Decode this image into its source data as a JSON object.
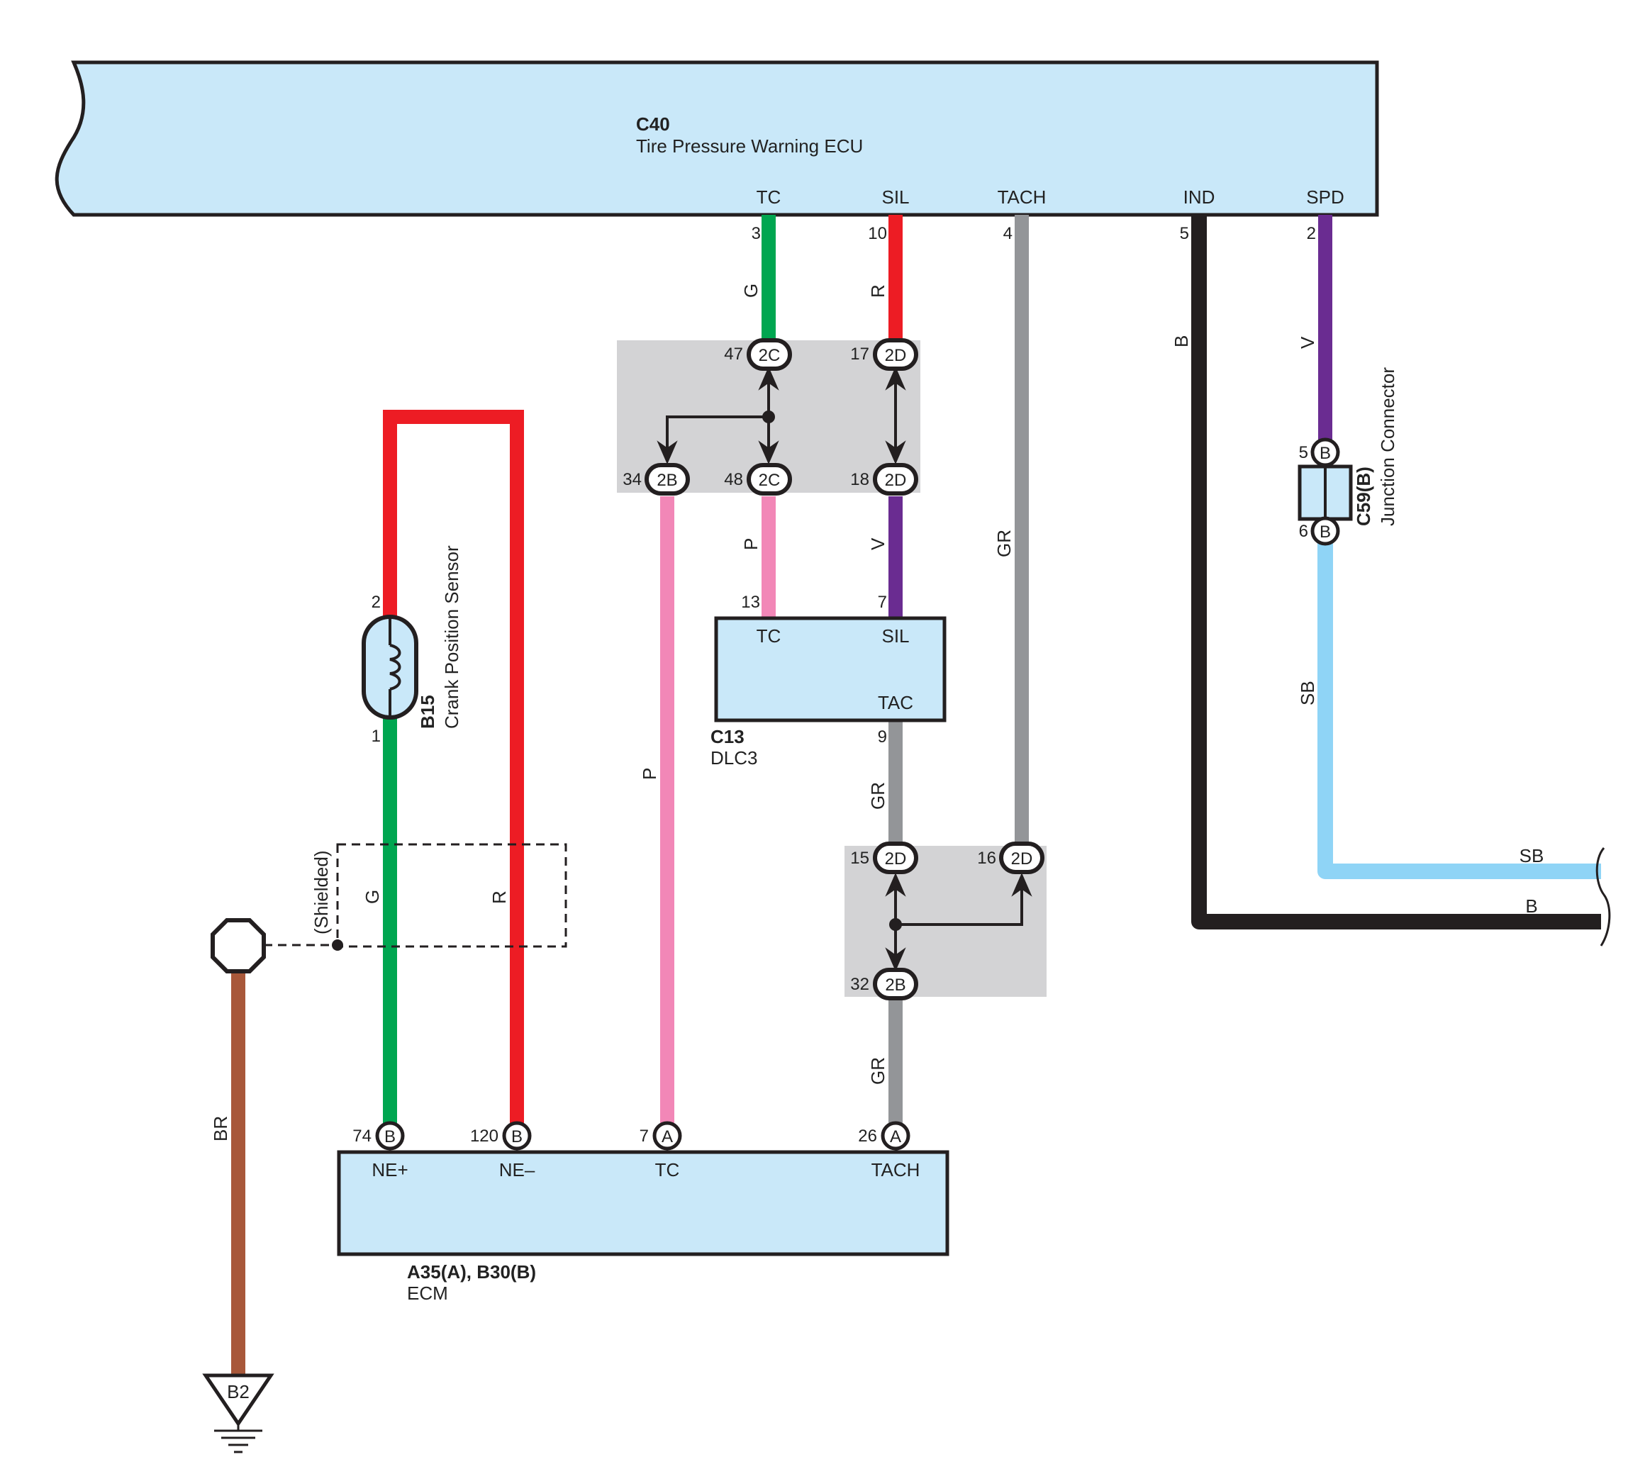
{
  "colors": {
    "box_fill": "#c9e8f9",
    "junction_fill": "#d3d3d5",
    "G": "#00a650",
    "R": "#ed1c24",
    "GR": "#939598",
    "B": "#231f20",
    "V": "#6a2c91",
    "P": "#f287b7",
    "SB": "#8fd4f6",
    "BR": "#a8583a"
  },
  "ecu": {
    "code": "C40",
    "name": "Tire Pressure Warning ECU",
    "terminals": [
      "TC",
      "SIL",
      "TACH",
      "IND",
      "SPD"
    ]
  },
  "dlc": {
    "code": "C13",
    "name": "DLC3",
    "terminals": [
      "TC",
      "SIL",
      "TAC"
    ]
  },
  "ecm": {
    "code": "A35(A), B30(B)",
    "name": "ECM",
    "terminals": [
      "NE+",
      "NE–",
      "TC",
      "TACH"
    ]
  },
  "sensor": {
    "code": "B15",
    "name": "Crank Position Sensor"
  },
  "jconn": {
    "code": "C59(B)",
    "name": "Junction Connector"
  },
  "shield_label": "(Shielded)",
  "ground": "B2",
  "pins": {
    "ecu_tc": "3",
    "ecu_sil": "10",
    "ecu_tach": "4",
    "ecu_ind": "5",
    "ecu_spd": "2",
    "j47": "47",
    "j17": "17",
    "j34": "34",
    "j48": "48",
    "j18": "18",
    "dlc_tc": "13",
    "dlc_sil": "7",
    "dlc_tac": "9",
    "j15": "15",
    "j16": "16",
    "j32": "32",
    "s2": "2",
    "s1": "1",
    "c5": "5",
    "c6": "6",
    "e74": "74",
    "e120": "120",
    "e7": "7",
    "e26": "26"
  },
  "conn_codes": {
    "j47": "2C",
    "j17": "2D",
    "j34": "2B",
    "j48": "2C",
    "j18": "2D",
    "j15": "2D",
    "j16": "2D",
    "j32": "2B",
    "c5": "B",
    "c6": "B",
    "e74": "B",
    "e120": "B",
    "e7": "A",
    "e26": "A"
  },
  "wire_labels": {
    "g_top": "G",
    "r_top": "R",
    "b_ind": "B",
    "v_spd": "V",
    "gr_tach": "GR",
    "p_dlc": "P",
    "v_dlc": "V",
    "p_tc": "P",
    "gr_mid": "GR",
    "gr_low": "GR",
    "sb_vert": "SB",
    "sb_horiz": "SB",
    "b_horiz": "B",
    "g_sensor": "G",
    "r_sensor": "R",
    "br": "BR"
  }
}
